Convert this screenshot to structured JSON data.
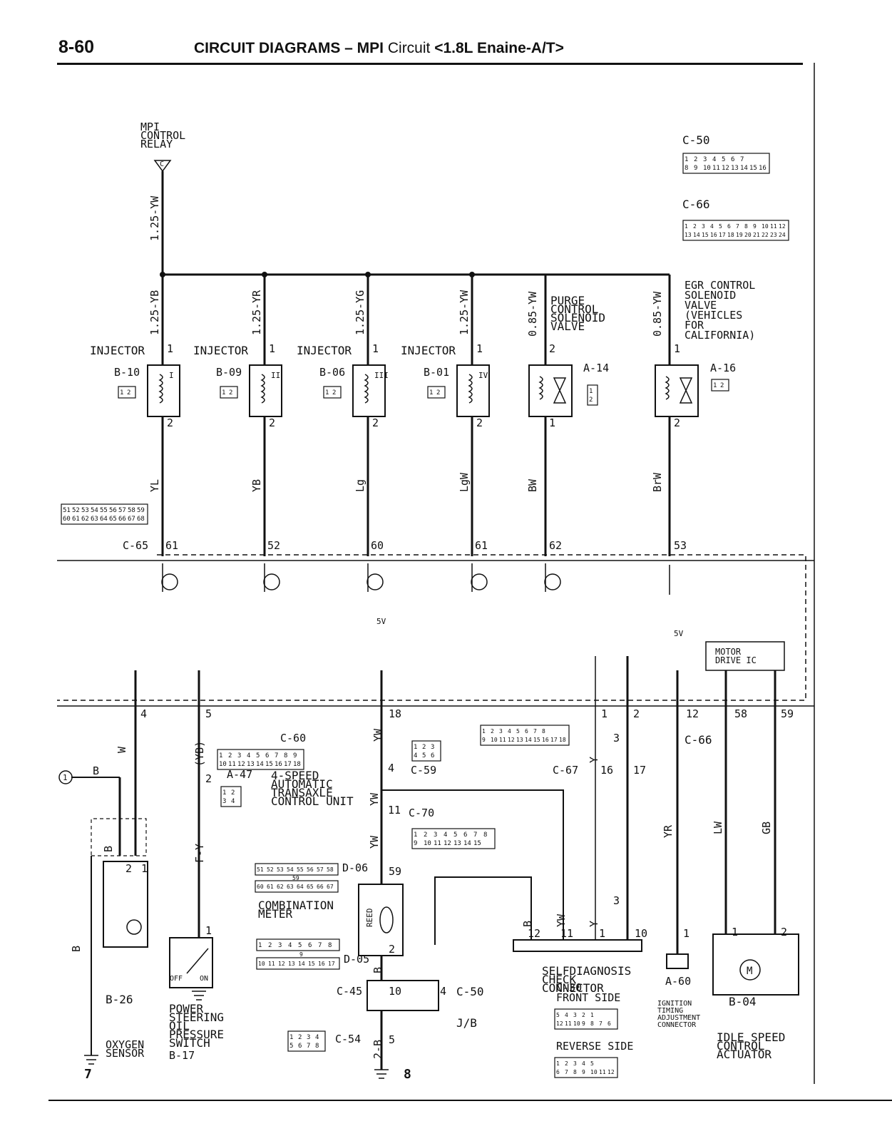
{
  "header": {
    "page_number": "8-60",
    "title_bold": "CIRCUIT DIAGRAMS – MPI",
    "title_normal": "Circuit",
    "title_variant": "<1.8L Enaine-A/T>"
  },
  "relay": {
    "label_lines": [
      "MPI",
      "CONTROL",
      "RELAY"
    ],
    "terminal": "C",
    "wire": "1.25-YW"
  },
  "injectors": [
    {
      "label": "INJECTOR",
      "connector": "B-10",
      "number": "I",
      "wire_top": "1.25-YB",
      "wire_bottom": "YL",
      "pin": "61"
    },
    {
      "label": "INJECTOR",
      "connector": "B-09",
      "number": "II",
      "wire_top": "1.25-YR",
      "wire_bottom": "YB",
      "pin": "52"
    },
    {
      "label": "INJECTOR",
      "connector": "B-06",
      "number": "III",
      "wire_top": "1.25-YG",
      "wire_bottom": "Lg",
      "pin": "60"
    },
    {
      "label": "INJECTOR",
      "connector": "B-01",
      "number": "IV",
      "wire_top": "1.25-YW",
      "wire_bottom": "LgW",
      "pin": "61"
    }
  ],
  "purge_valve": {
    "label_lines": [
      "PURGE",
      "CONTROL",
      "SOLENOID",
      "VALVE"
    ],
    "connector": "A-14",
    "wire_top": "0.85-YW",
    "wire_bottom": "BW",
    "pin": "62"
  },
  "egr_valve": {
    "label_lines": [
      "EGR CONTROL",
      "SOLENOID",
      "VALVE",
      "(VEHICLES",
      "FOR",
      "CALIFORNIA)"
    ],
    "connector": "A-16",
    "wire_top": "0.85-YW",
    "wire_bottom": "BrW",
    "pin": "53"
  },
  "ecu_connector_c65": {
    "label": "C-65",
    "pins_row1": [
      "51",
      "52",
      "53",
      "54",
      "55",
      "56",
      "57",
      "58",
      "59"
    ],
    "pins_row2": [
      "60",
      "61",
      "62",
      "63",
      "64",
      "65",
      "66",
      "67",
      "68"
    ]
  },
  "connector_c50": {
    "label": "C-50",
    "row1": [
      "1",
      "2",
      "3",
      "4",
      "5",
      "6",
      "7"
    ],
    "row2": [
      "8",
      "9",
      "10",
      "11",
      "12",
      "13",
      "14",
      "15",
      "16"
    ]
  },
  "connector_c66": {
    "label": "C-66",
    "row1": [
      "1",
      "2",
      "3",
      "4",
      "5",
      "6",
      "7",
      "8",
      "9",
      "10",
      "11",
      "12"
    ],
    "row2": [
      "13",
      "14",
      "15",
      "16",
      "17",
      "18",
      "19",
      "20",
      "21",
      "22",
      "23",
      "24"
    ]
  },
  "lower": {
    "pins": {
      "p4": "4",
      "p5": "5",
      "p18": "18",
      "p1": "1",
      "p2": "2",
      "p12": "12",
      "p58": "58",
      "p59": "59"
    },
    "voltage": "5V",
    "motor_ic": [
      "MOTOR",
      "DRIVE IC"
    ],
    "c60": "C-60",
    "c60_row1": [
      "1",
      "2",
      "3",
      "4",
      "5",
      "6",
      "7",
      "8",
      "9"
    ],
    "c60_row2": [
      "10",
      "11",
      "12",
      "13",
      "14",
      "15",
      "16",
      "17",
      "18"
    ],
    "c59": "C-59",
    "c59_rows": [
      [
        "1",
        "2",
        "3"
      ],
      [
        "4",
        "5",
        "6"
      ]
    ],
    "c67": "C-67",
    "c67_row1": [
      "1",
      "2",
      "3",
      "4",
      "5",
      "6",
      "7",
      "8"
    ],
    "c67_row2": [
      "9",
      "10",
      "11",
      "12",
      "13",
      "14",
      "15",
      "16",
      "17",
      "18"
    ],
    "c66b": "C-66",
    "a47": "A-47",
    "a47_rows": [
      [
        "1",
        "2"
      ],
      [
        "3",
        "4"
      ]
    ],
    "transaxle_label": [
      "4-SPEED",
      "AUTOMATIC",
      "TRANSAXLE",
      "CONTROL UNIT"
    ],
    "c70": "C-70",
    "c70_row1": [
      "1",
      "2",
      "3",
      "4",
      "5",
      "6",
      "7",
      "8"
    ],
    "c70_row2": [
      "9",
      "10",
      "11",
      "12",
      "13",
      "14",
      "15"
    ],
    "d06": "D-06",
    "d06_row1": [
      "51",
      "52",
      "53",
      "54",
      "55",
      "56",
      "57",
      "58"
    ],
    "d06_mid": "59",
    "d06_row2": [
      "60",
      "61",
      "62",
      "63",
      "64",
      "65",
      "66",
      "67"
    ],
    "combination_meter": [
      "COMBINATION",
      "METER"
    ],
    "d05": "D-05",
    "d05_row1": [
      "1",
      "2",
      "3",
      "4",
      "5",
      "6",
      "7",
      "8"
    ],
    "d05_mid": "9",
    "d05_row2": [
      "10",
      "11",
      "12",
      "13",
      "14",
      "15",
      "16",
      "17"
    ],
    "c45": "C-45",
    "c54": "C-54",
    "c54_rows": [
      [
        "1",
        "2",
        "3",
        "4"
      ],
      [
        "5",
        "6",
        "7",
        "8"
      ]
    ],
    "jb": "J/B",
    "c50b": "C-50",
    "reed": "REED",
    "wires": {
      "w": "W",
      "yb_paren": "(YB)",
      "fy": "F-Y",
      "b": "B",
      "yw": "YW",
      "y": "Y",
      "yr": "YR",
      "lw": "LW",
      "gb": "GB",
      "b2": "2-B",
      "pin2": "2",
      "pin1": "1",
      "pin4": "4",
      "pin11": "11",
      "pin59": "59",
      "pin10": "10",
      "pin5": "5",
      "pin12": "12",
      "pin16": "16",
      "pin17": "17",
      "pin3": "3"
    },
    "o2_sensor": {
      "connector": "B-26",
      "label": [
        "OXYGEN",
        "SENSOR"
      ]
    },
    "ps_switch": {
      "label": [
        "POWER",
        "STEERING",
        "OIL",
        "PRESSURE",
        "SWITCH"
      ],
      "connector": "B-17",
      "off": "OFF",
      "on": "ON"
    },
    "self_diag": {
      "label": [
        "SELFDIAGNOSIS",
        "CHECK",
        "CONNECTOR"
      ],
      "connector": "C-30",
      "front": "FRONT SIDE",
      "reverse": "REVERSE SIDE",
      "front_rows": [
        [
          "5",
          "4",
          "3",
          "2",
          "1"
        ],
        [
          "12",
          "11",
          "10",
          "9",
          "8",
          "7",
          "6"
        ]
      ],
      "reverse_rows": [
        [
          "1",
          "2",
          "3",
          "4",
          "5"
        ],
        [
          "6",
          "7",
          "8",
          "9",
          "10",
          "11",
          "12"
        ]
      ]
    },
    "ign_timing": {
      "connector": "A-60",
      "label": [
        "IGNITION",
        "TIMING",
        "ADJUSTMENT",
        "CONNECTOR"
      ]
    },
    "isc": {
      "connector": "B-04",
      "label": [
        "IDLE SPEED",
        "CONTROL",
        "ACTUATOR"
      ],
      "motor": "M"
    },
    "ground_marks": [
      "7",
      "8"
    ],
    "ref_circle": "1"
  }
}
